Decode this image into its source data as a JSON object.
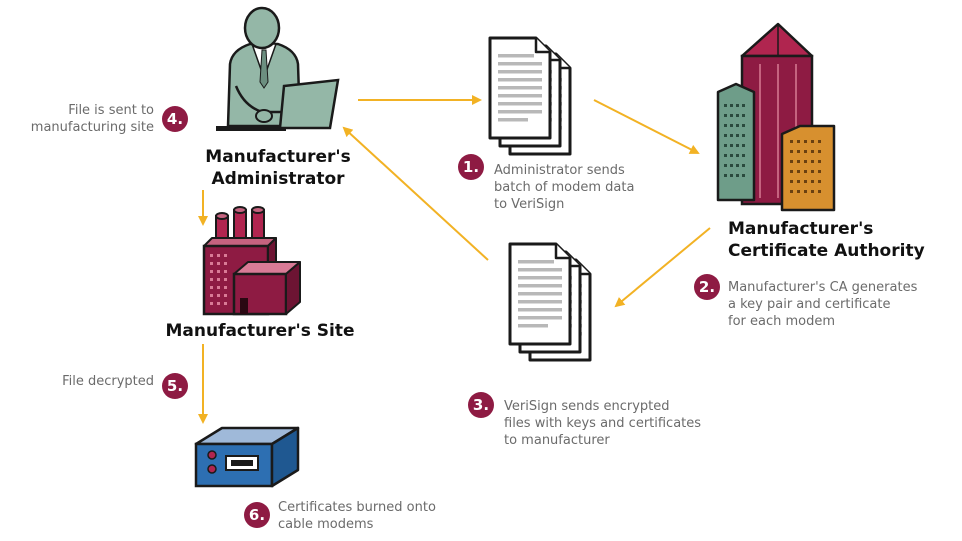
{
  "colors": {
    "arrow": "#f2b224",
    "badge": "#8e1b43",
    "note_text": "#6b6b6b"
  },
  "nodes": {
    "administrator": {
      "line1": "Manufacturer's",
      "line2": "Administrator",
      "icon": "person-laptop-icon"
    },
    "certificate_authority": {
      "line1": "Manufacturer's",
      "line2": "Certificate Authority",
      "icon": "skyscraper-buildings-icon"
    },
    "site": {
      "label": "Manufacturer's Site",
      "icon": "factory-icon"
    },
    "modem": {
      "icon": "cable-modem-icon"
    },
    "documents_top": {
      "icon": "document-stack-icon"
    },
    "documents_bottom": {
      "icon": "document-stack-icon"
    }
  },
  "steps": [
    {
      "number": "1.",
      "lines": [
        "Administrator sends",
        "batch of modem data",
        "to VeriSign"
      ]
    },
    {
      "number": "2.",
      "lines": [
        "Manufacturer's CA generates",
        "a key pair and certificate",
        "for each modem"
      ]
    },
    {
      "number": "3.",
      "lines": [
        "VeriSign sends encrypted",
        "files with keys and certificates",
        "to manufacturer"
      ]
    },
    {
      "number": "4.",
      "lines": [
        "File is sent to",
        "manufacturing site"
      ]
    },
    {
      "number": "5.",
      "lines": [
        "File decrypted"
      ]
    },
    {
      "number": "6.",
      "lines": [
        "Certificates burned onto",
        "cable modems"
      ]
    }
  ]
}
